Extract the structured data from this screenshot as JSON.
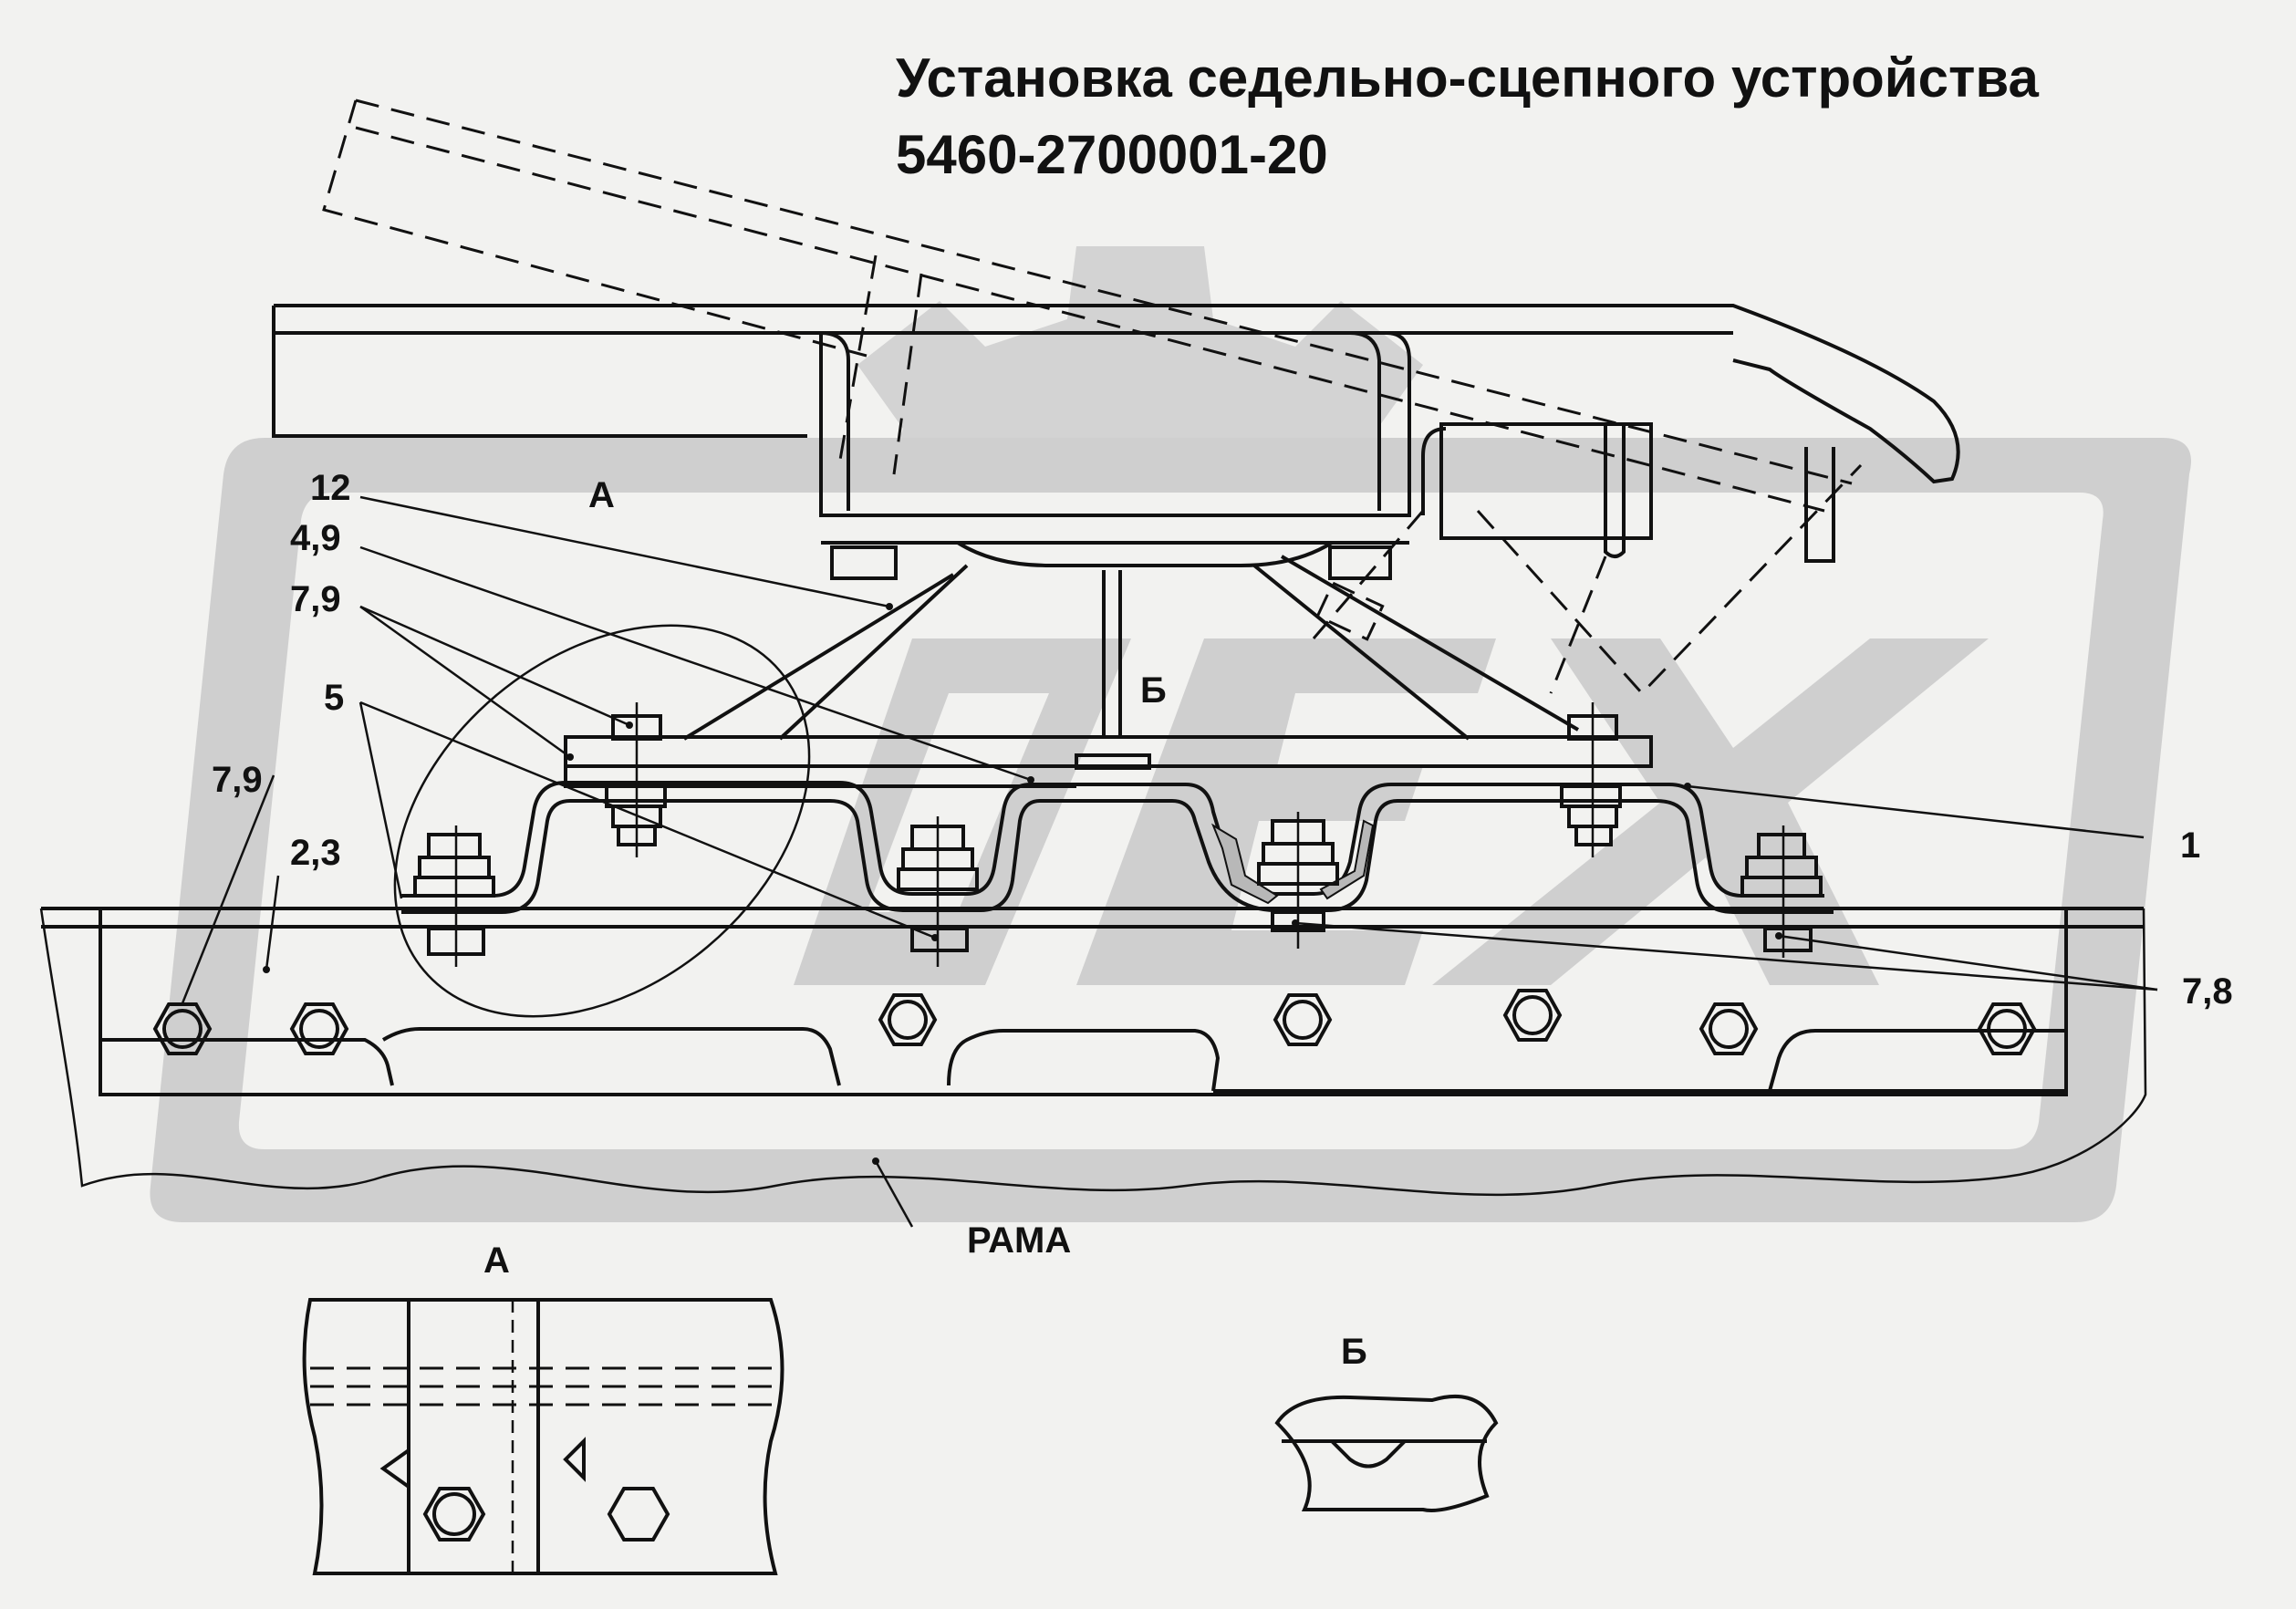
{
  "title": {
    "line1": "Установка седельно-сцепного устройства",
    "line2": "5460-2700001-20"
  },
  "watermark": {
    "icon": "gear-logo-watermark",
    "color": "#cfcfcf"
  },
  "callouts": {
    "c12": "12",
    "c49": "4,9",
    "c79a": "7,9",
    "c5": "5",
    "c79b": "7,9",
    "c23": "2,3",
    "c1": "1",
    "c78": "7,8"
  },
  "view_labels": {
    "a_main": "А",
    "b_main": "Б",
    "frame": "РАМА",
    "a_detail": "А",
    "b_detail": "Б"
  }
}
